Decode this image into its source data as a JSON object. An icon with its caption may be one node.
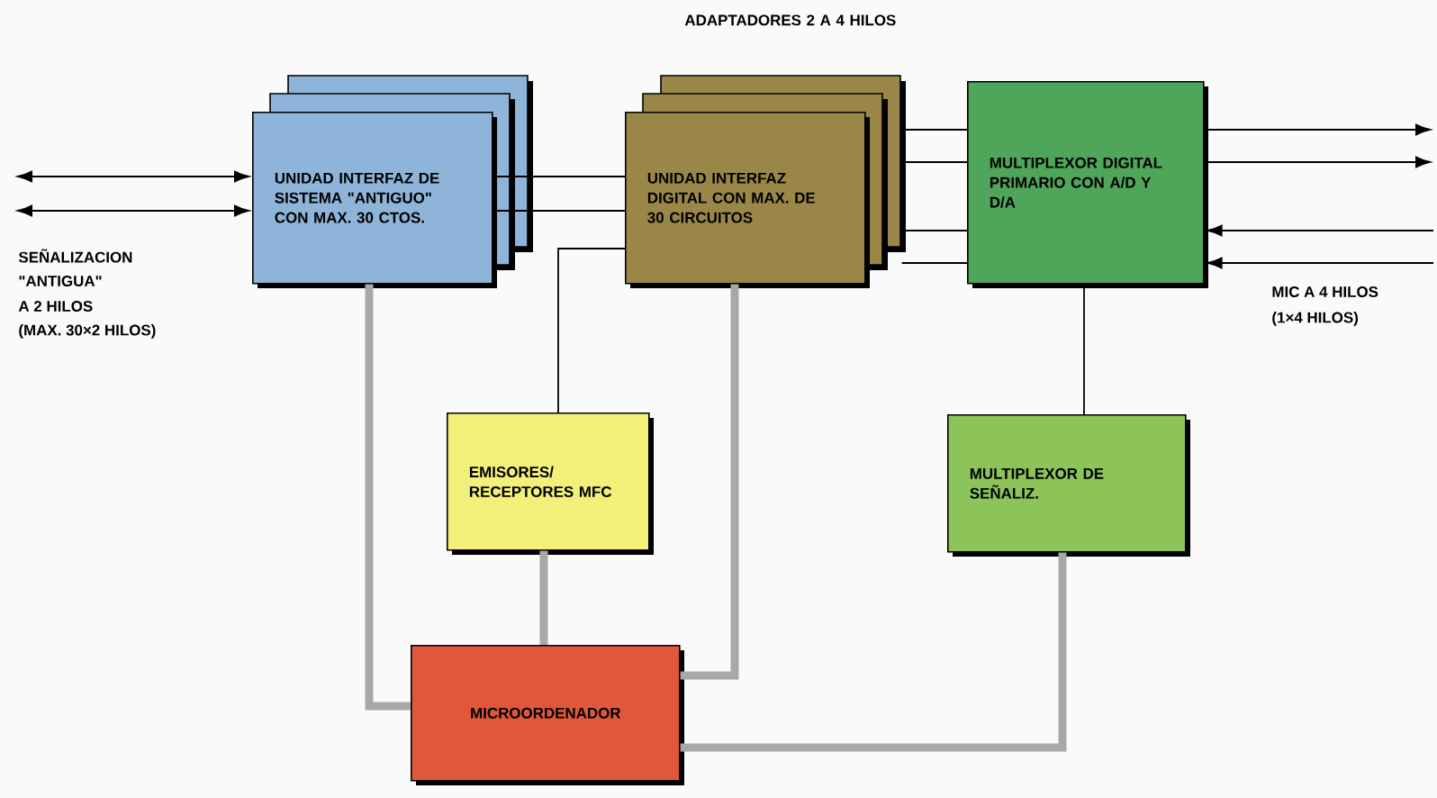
{
  "diagram": {
    "nodes": [
      {
        "text": [
          "UNIDAD INTERFAZ DE SISTEMA \"ANTIGUO\" CON MAX. 30 CTOS."
        ]
      },
      {
        "text": [
          "UNIDAD INTERFAZ DIGITAL CON MAX. DE 30 CIRCUITOS"
        ],
        "beside": [
          "ADAPTADORES 2 A 4 HILOS"
        ]
      },
      {
        "text": [
          "MULTIPLEXOR DIGITAL PRIMARIO CON A/D Y D/A"
        ]
      },
      {
        "text": [
          "EMISORES/ RECEPTORES MFC"
        ]
      },
      {
        "text": [
          "MULTIPLEXOR DE SEÑALIZ."
        ]
      },
      {
        "text": [
          "MICROORDENADOR"
        ]
      }
    ],
    "edges": [
      {
        "from": null,
        "to": 0,
        "arrow": "both"
      },
      {
        "from": null,
        "to": 0,
        "arrow": "both"
      },
      {
        "from": 0,
        "to": 1,
        "arrow": "none"
      },
      {
        "from": 0,
        "to": 1,
        "arrow": "none"
      },
      {
        "from": 1,
        "to": 2,
        "arrow": "none"
      },
      {
        "from": 1,
        "to": 2,
        "arrow": "none"
      },
      {
        "from": 1,
        "to": 2,
        "arrow": "none"
      },
      {
        "from": 1,
        "to": 2,
        "arrow": "none"
      },
      {
        "from": 2,
        "to": null,
        "arrow": "to"
      },
      {
        "from": 2,
        "to": null,
        "arrow": "to"
      },
      {
        "from": null,
        "to": 2,
        "arrow": "to"
      },
      {
        "from": null,
        "to": 2,
        "arrow": "to"
      },
      {
        "from": 1,
        "to": 3,
        "arrow": "none"
      },
      {
        "from": 2,
        "to": 4,
        "arrow": "none"
      },
      {
        "from": 0,
        "to": 5,
        "arrow": "none",
        "style": "thick",
        "color": "#a8a8a8"
      },
      {
        "from": 3,
        "to": 5,
        "arrow": "none",
        "style": "thick",
        "color": "#a8a8a8"
      },
      {
        "from": 1,
        "to": 5,
        "arrow": "none",
        "style": "thick",
        "color": "#a8a8a8"
      },
      {
        "from": 4,
        "to": 5,
        "arrow": "none",
        "style": "thick",
        "color": "#a8a8a8"
      }
    ],
    "labels": [
      "SEÑALIZACION",
      "\"ANTIGUA\"",
      "A 2 HILOS",
      "(MAX. 30×2 HILOS)",
      "MIC A 4 HILOS",
      "(1×4 HILOS)"
    ]
  }
}
